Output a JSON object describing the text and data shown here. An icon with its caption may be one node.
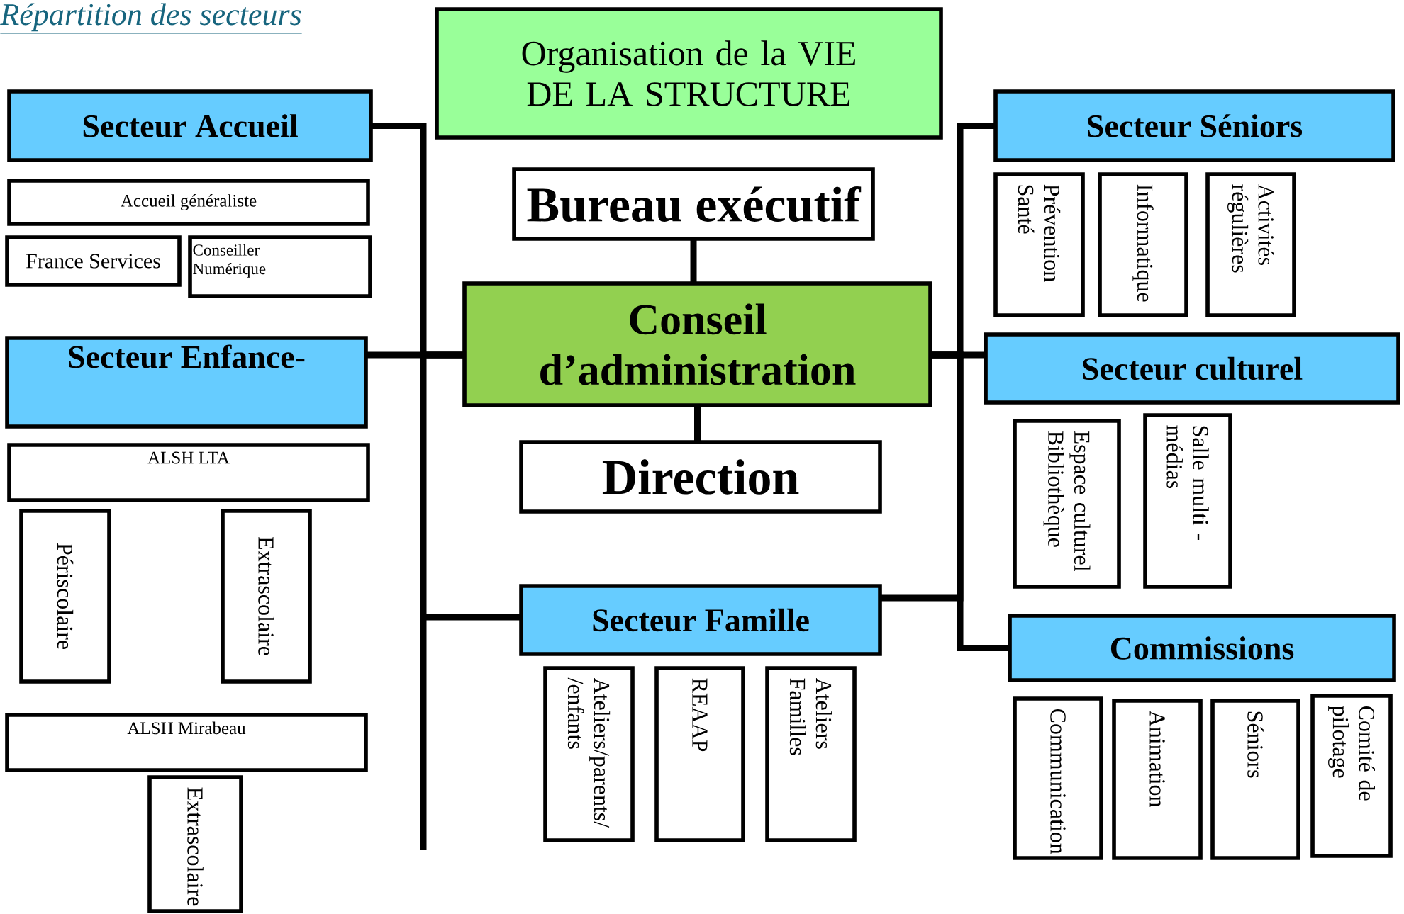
{
  "diagram": {
    "title": "Répartition des secteurs",
    "nodes": [
      {
        "text": [
          "Organisation de la VIE DE LA STRUCTURE"
        ]
      },
      {
        "text": [
          "Bureau exécutif"
        ]
      },
      {
        "text": [
          "Conseil d’administration"
        ]
      },
      {
        "text": [
          "Direction"
        ]
      },
      {
        "text": [
          "Secteur Accueil"
        ]
      },
      {
        "text": [
          "Accueil généraliste"
        ]
      },
      {
        "text": [
          "France Services"
        ]
      },
      {
        "text": [
          "Conseiller Numérique"
        ]
      },
      {
        "text": [
          "Secteur Enfance-"
        ]
      },
      {
        "text": [
          "ALSH LTA"
        ]
      },
      {
        "text": [
          "Périscolaire"
        ]
      },
      {
        "text": [
          "Extrascolaire"
        ]
      },
      {
        "text": [
          "ALSH Mirabeau"
        ]
      },
      {
        "text": [
          "Extrascolaire"
        ]
      },
      {
        "text": [
          "Secteur Famille"
        ]
      },
      {
        "text": [
          "Ateliers/parents/ /enfants"
        ]
      },
      {
        "text": [
          "REAAP"
        ]
      },
      {
        "text": [
          "Ateliers Familles"
        ]
      },
      {
        "text": [
          "Secteur Séniors"
        ]
      },
      {
        "text": [
          "Prévention Santé"
        ]
      },
      {
        "text": [
          "Informatique"
        ]
      },
      {
        "text": [
          "Activités régulières"
        ]
      },
      {
        "text": [
          "Secteur culturel"
        ]
      },
      {
        "text": [
          "Espace culturel Bibliothèque"
        ]
      },
      {
        "text": [
          "Salle multi - médias"
        ]
      },
      {
        "text": [
          "Commissions"
        ]
      },
      {
        "text": [
          "Communication"
        ]
      },
      {
        "text": [
          "Animation"
        ]
      },
      {
        "text": [
          "Séniors"
        ]
      },
      {
        "text": [
          "Comité de pilotage"
        ]
      }
    ],
    "edges": [
      {
        "from": 1,
        "to": 2,
        "arrow": "none"
      },
      {
        "from": 2,
        "to": 3,
        "arrow": "none"
      },
      {
        "from": 2,
        "to": 4,
        "arrow": "none"
      },
      {
        "from": 2,
        "to": 8,
        "arrow": "none"
      },
      {
        "from": 2,
        "to": 14,
        "arrow": "none"
      },
      {
        "from": 2,
        "to": 18,
        "arrow": "none"
      },
      {
        "from": 2,
        "to": 22,
        "arrow": "none"
      },
      {
        "from": 2,
        "to": 25,
        "arrow": "none"
      },
      {
        "from": 2,
        "to": 14,
        "arrow": "none"
      }
    ]
  }
}
